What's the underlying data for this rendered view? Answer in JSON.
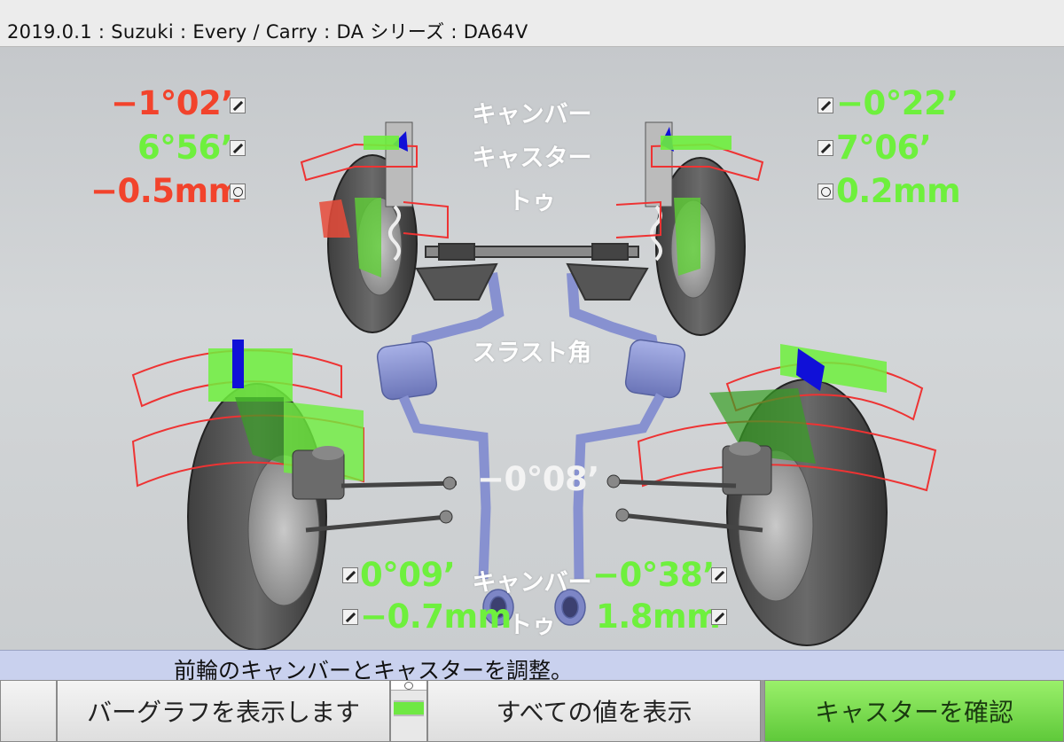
{
  "window": {
    "title": "2019.0.1 : Suzuki : Every / Carry : DA シリーズ : DA64V"
  },
  "colors": {
    "out_of_spec": "#f2432c",
    "in_spec": "#6ef03d",
    "neutral": "#f3f3f3",
    "status_bar": "#c9d1ee",
    "confirm_button": "#6fd945"
  },
  "front": {
    "labels": {
      "camber": "キャンバー",
      "caster": "キャスター",
      "toe": "トゥ"
    },
    "left": {
      "camber": "−1°02’",
      "caster": "6°56’",
      "toe": "−0.5mm",
      "camber_status": "out",
      "caster_status": "in",
      "toe_status": "out"
    },
    "right": {
      "camber": "−0°22’",
      "caster": "7°06’",
      "toe": "0.2mm",
      "camber_status": "in",
      "caster_status": "in",
      "toe_status": "in"
    }
  },
  "thrust": {
    "label": "スラスト角",
    "value": "−0°08’"
  },
  "rear": {
    "labels": {
      "camber": "キャンバー",
      "toe": "トゥ"
    },
    "left": {
      "camber": "0°09’",
      "toe": "−0.7mm"
    },
    "right": {
      "camber": "−0°38’",
      "toe": "1.8mm"
    }
  },
  "icons": [
    "wrench-icon",
    "steering-wheel-icon"
  ],
  "status": {
    "message": "前輪のキャンバーとキャスターを調整。"
  },
  "buttons": {
    "bargraph": "バーグラフを表示します",
    "show_all": "すべての値を表示",
    "confirm_caster": "キャスターを確認"
  }
}
